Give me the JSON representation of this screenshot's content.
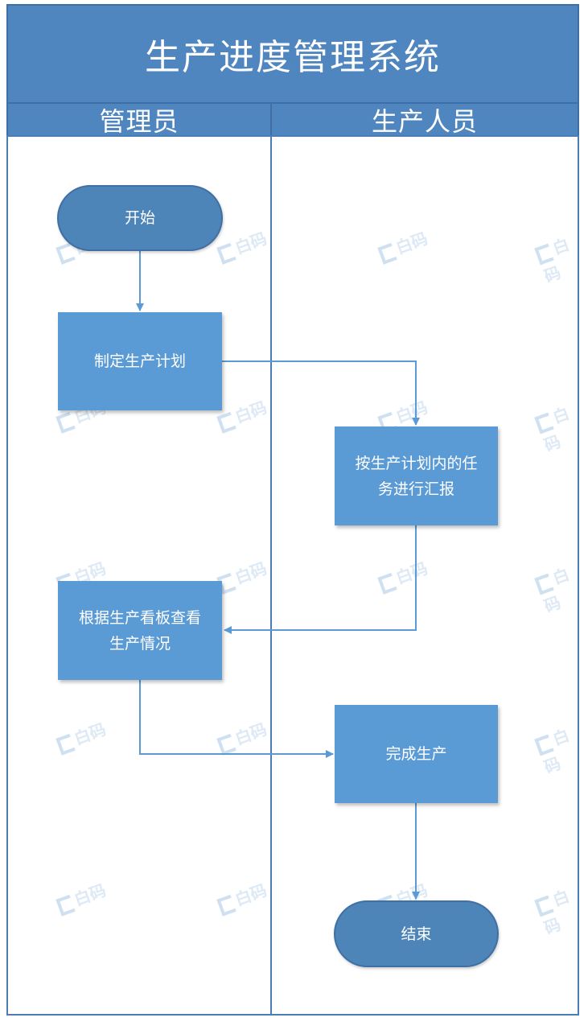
{
  "title": "生产进度管理系统",
  "lanes": [
    {
      "label": "管理员"
    },
    {
      "label": "生产人员"
    }
  ],
  "nodes": {
    "start": "开始",
    "make_plan": "制定生产计划",
    "report_line1": "按生产计划内的任",
    "report_line2": "务进行汇报",
    "view_line1": "根据生产看板查看",
    "view_line2": "生产情况",
    "complete": "完成生产",
    "end": "结束"
  },
  "watermark": "白码",
  "colors": {
    "header": "#4f86bf",
    "process": "#5b9bd5",
    "terminal": "#4e85b8",
    "line": "#5b9bd5"
  }
}
